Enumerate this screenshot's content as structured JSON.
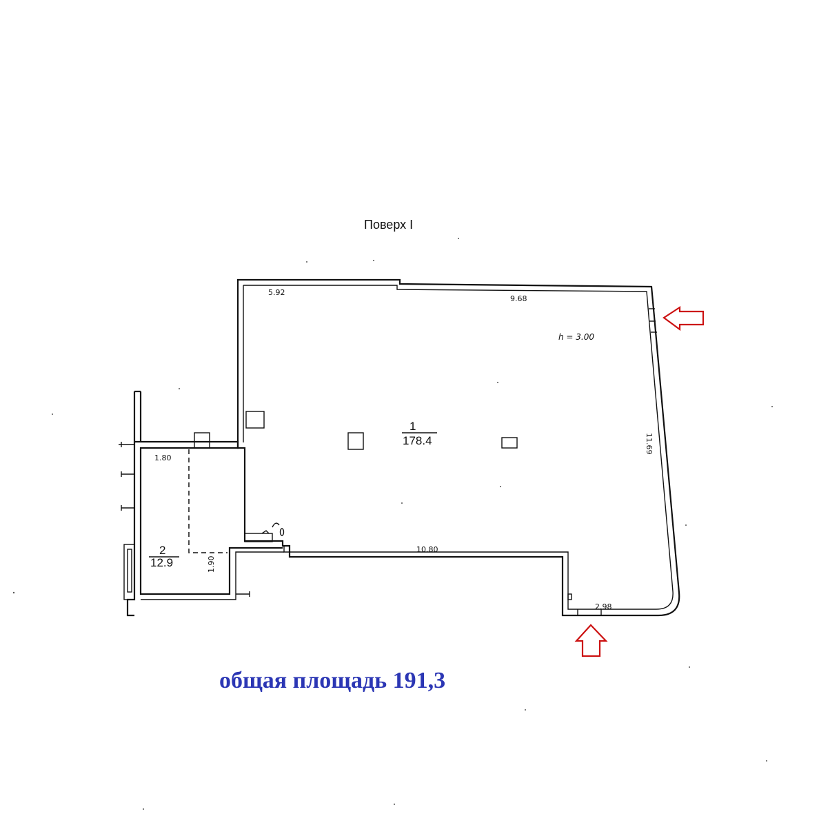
{
  "title": "Поверх I",
  "ceiling_height": "h = 3.00",
  "rooms": [
    {
      "number": "1",
      "area": "178.4"
    },
    {
      "number": "2",
      "area": "12.9"
    }
  ],
  "dimensions": {
    "top_left": "5.92",
    "top_right": "9.68",
    "right": "11.69",
    "middle_bottom": "10.80",
    "entrance_bottom": "2.98",
    "left_top": "1.80",
    "left_vertical": "1.90"
  },
  "total_area": "общая площадь 191,3",
  "colors": {
    "line": "#111111",
    "entrance_arrow": "#cc1111",
    "total_text": "#2b36b4"
  }
}
